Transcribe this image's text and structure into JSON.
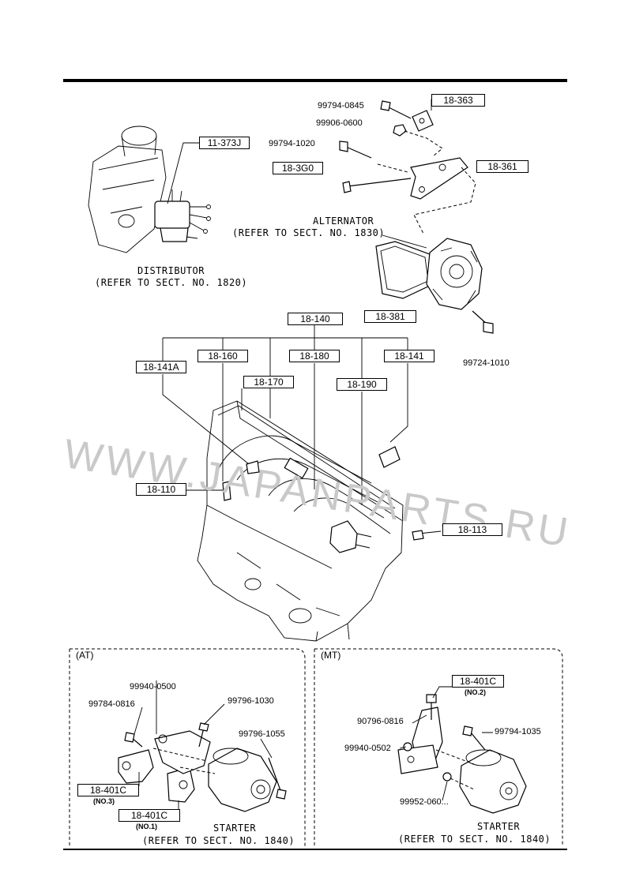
{
  "watermark": "WWW.JAPANPARTS.RU",
  "distributor": {
    "part_box": "11-373J",
    "caption_line1": "DISTRIBUTOR",
    "caption_line2": "(REFER TO SECT. NO. 1820)"
  },
  "alternator": {
    "caption_line1": "ALTERNATOR",
    "caption_line2": "(REFER TO SECT. NO. 1830)",
    "boxes": [
      "18-363",
      "18-361",
      "18-3G0",
      "18-381"
    ],
    "parts": [
      "99794-0845",
      "99906-0600",
      "99794-1020",
      "99724-1010"
    ]
  },
  "ignition": {
    "boxes": [
      "18-140",
      "18-141A",
      "18-160",
      "18-170",
      "18-180",
      "18-190",
      "18-141",
      "18-110",
      "18-113"
    ]
  },
  "at_panel": {
    "title": "(AT)",
    "parts": [
      "99940-0500",
      "99784-0816",
      "99796-1030",
      "99796-1055"
    ],
    "box_no3": "18-401C",
    "sub_no3": "(NO.3)",
    "box_no1": "18-401C",
    "sub_no1": "(NO.1)",
    "caption_line1": "STARTER",
    "caption_line2": "(REFER TO SECT. NO. 1840)"
  },
  "mt_panel": {
    "title": "(MT)",
    "box_no2": "18-401C",
    "sub_no2": "(NO.2)",
    "parts": [
      "90796-0816",
      "99794-1035",
      "99940-0502",
      "99952-060..."
    ],
    "caption_line1": "STARTER",
    "caption_line2": "(REFER TO SECT. NO. 1840)"
  }
}
